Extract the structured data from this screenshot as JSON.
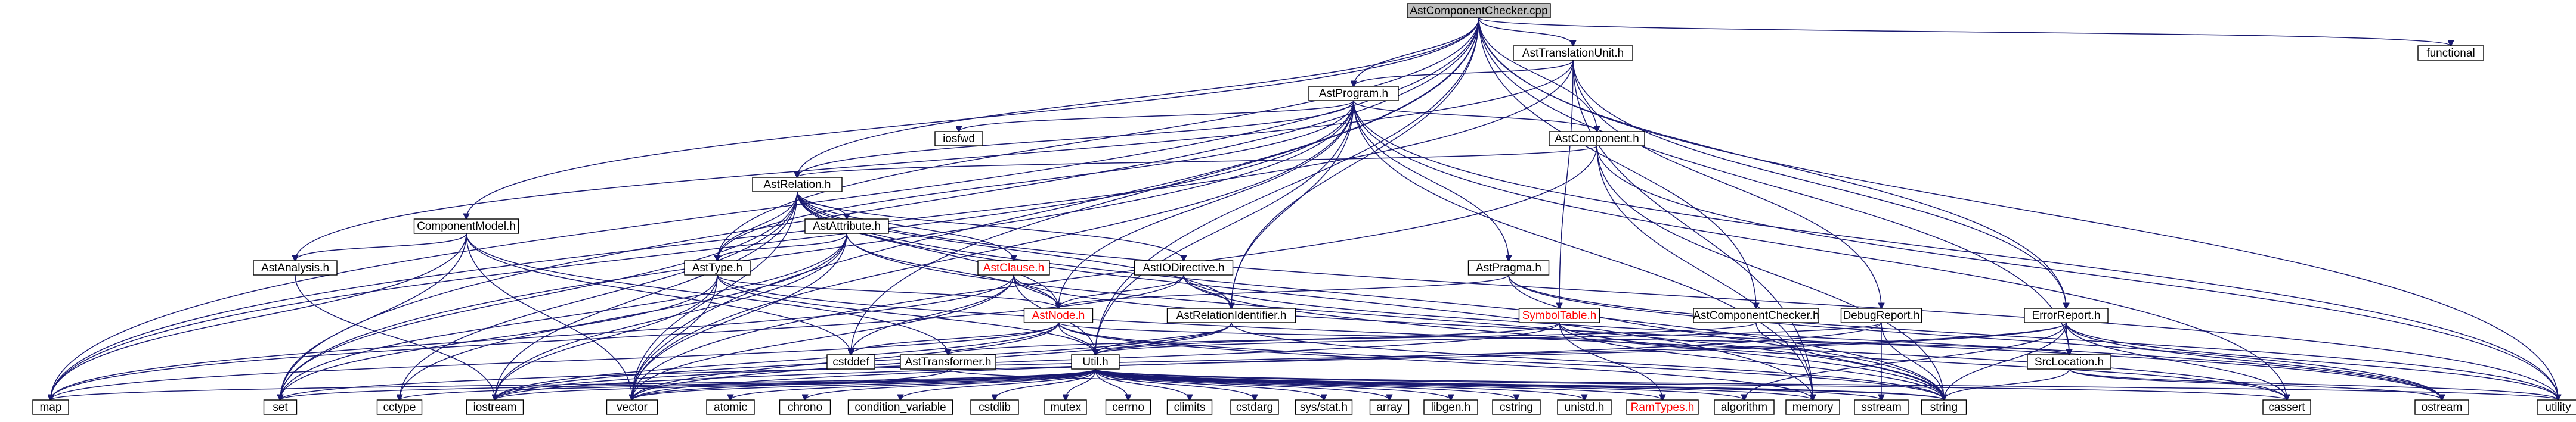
{
  "colors": {
    "edge": "#191970",
    "root_fill": "#bfbfbf",
    "node_fill": "#ffffff",
    "system_stroke": "#bfbfbf",
    "local_stroke": "#000000",
    "red_stroke": "#ff0000",
    "red_text": "#ff0000"
  },
  "nodes": [
    {
      "id": "AstComponentChecker_cpp",
      "label": "AstComponentChecker.cpp",
      "kind": "root"
    },
    {
      "id": "AstTranslationUnit_h",
      "label": "AstTranslationUnit.h",
      "kind": "local"
    },
    {
      "id": "functional",
      "label": "functional",
      "kind": "system"
    },
    {
      "id": "AstProgram_h",
      "label": "AstProgram.h",
      "kind": "local"
    },
    {
      "id": "iosfwd",
      "label": "iosfwd",
      "kind": "system"
    },
    {
      "id": "AstComponent_h",
      "label": "AstComponent.h",
      "kind": "local"
    },
    {
      "id": "AstRelation_h",
      "label": "AstRelation.h",
      "kind": "local"
    },
    {
      "id": "ComponentModel_h",
      "label": "ComponentModel.h",
      "kind": "local"
    },
    {
      "id": "AstAttribute_h",
      "label": "AstAttribute.h",
      "kind": "local"
    },
    {
      "id": "AstAnalysis_h",
      "label": "AstAnalysis.h",
      "kind": "local"
    },
    {
      "id": "AstType_h",
      "label": "AstType.h",
      "kind": "local"
    },
    {
      "id": "AstClause_h",
      "label": "AstClause.h",
      "kind": "red"
    },
    {
      "id": "AstIODirective_h",
      "label": "AstIODirective.h",
      "kind": "local"
    },
    {
      "id": "AstPragma_h",
      "label": "AstPragma.h",
      "kind": "local"
    },
    {
      "id": "AstNode_h",
      "label": "AstNode.h",
      "kind": "red"
    },
    {
      "id": "AstRelationIdentifier_h",
      "label": "AstRelationIdentifier.h",
      "kind": "local"
    },
    {
      "id": "SymbolTable_h",
      "label": "SymbolTable.h",
      "kind": "red"
    },
    {
      "id": "AstComponentChecker_h",
      "label": "AstComponentChecker.h",
      "kind": "local"
    },
    {
      "id": "DebugReport_h",
      "label": "DebugReport.h",
      "kind": "local"
    },
    {
      "id": "ErrorReport_h",
      "label": "ErrorReport.h",
      "kind": "local"
    },
    {
      "id": "AstTransformer_h",
      "label": "AstTransformer.h",
      "kind": "local"
    },
    {
      "id": "Util_h",
      "label": "Util.h",
      "kind": "local"
    },
    {
      "id": "SrcLocation_h",
      "label": "SrcLocation.h",
      "kind": "local"
    },
    {
      "id": "cstddef",
      "label": "cstddef",
      "kind": "system"
    },
    {
      "id": "map",
      "label": "map",
      "kind": "system"
    },
    {
      "id": "set",
      "label": "set",
      "kind": "system"
    },
    {
      "id": "cctype",
      "label": "cctype",
      "kind": "system"
    },
    {
      "id": "iostream",
      "label": "iostream",
      "kind": "system"
    },
    {
      "id": "vector",
      "label": "vector",
      "kind": "system"
    },
    {
      "id": "atomic",
      "label": "atomic",
      "kind": "system"
    },
    {
      "id": "chrono",
      "label": "chrono",
      "kind": "system"
    },
    {
      "id": "condition_variable",
      "label": "condition_variable",
      "kind": "system"
    },
    {
      "id": "cstdlib",
      "label": "cstdlib",
      "kind": "system"
    },
    {
      "id": "mutex",
      "label": "mutex",
      "kind": "system"
    },
    {
      "id": "cerrno",
      "label": "cerrno",
      "kind": "system"
    },
    {
      "id": "climits",
      "label": "climits",
      "kind": "system"
    },
    {
      "id": "cstdarg",
      "label": "cstdarg",
      "kind": "system"
    },
    {
      "id": "sys_stat_h",
      "label": "sys/stat.h",
      "kind": "system"
    },
    {
      "id": "array",
      "label": "array",
      "kind": "system"
    },
    {
      "id": "libgen_h",
      "label": "libgen.h",
      "kind": "system"
    },
    {
      "id": "cstring",
      "label": "cstring",
      "kind": "system"
    },
    {
      "id": "unistd_h",
      "label": "unistd.h",
      "kind": "system"
    },
    {
      "id": "RamTypes_h",
      "label": "RamTypes.h",
      "kind": "red"
    },
    {
      "id": "algorithm",
      "label": "algorithm",
      "kind": "system"
    },
    {
      "id": "memory",
      "label": "memory",
      "kind": "system"
    },
    {
      "id": "sstream",
      "label": "sstream",
      "kind": "system"
    },
    {
      "id": "string",
      "label": "string",
      "kind": "system"
    },
    {
      "id": "cassert",
      "label": "cassert",
      "kind": "system"
    },
    {
      "id": "ostream",
      "label": "ostream",
      "kind": "system"
    },
    {
      "id": "utility",
      "label": "utility",
      "kind": "system"
    }
  ],
  "edges": [
    [
      "AstComponentChecker_cpp",
      "AstTranslationUnit_h"
    ],
    [
      "AstComponentChecker_cpp",
      "functional"
    ],
    [
      "AstComponentChecker_cpp",
      "AstProgram_h"
    ],
    [
      "AstComponentChecker_cpp",
      "AstComponent_h"
    ],
    [
      "AstComponentChecker_cpp",
      "AstRelation_h"
    ],
    [
      "AstComponentChecker_cpp",
      "ComponentModel_h"
    ],
    [
      "AstComponentChecker_cpp",
      "AstType_h"
    ],
    [
      "AstComponentChecker_cpp",
      "AstRelationIdentifier_h"
    ],
    [
      "AstComponentChecker_cpp",
      "AstComponentChecker_h"
    ],
    [
      "AstComponentChecker_cpp",
      "ErrorReport_h"
    ],
    [
      "AstComponentChecker_cpp",
      "SrcLocation_h"
    ],
    [
      "AstComponentChecker_cpp",
      "Util_h"
    ],
    [
      "AstComponentChecker_cpp",
      "map"
    ],
    [
      "AstComponentChecker_cpp",
      "set"
    ],
    [
      "AstComponentChecker_cpp",
      "vector"
    ],
    [
      "AstComponentChecker_cpp",
      "cstddef"
    ],
    [
      "AstComponentChecker_cpp",
      "utility"
    ],
    [
      "AstTranslationUnit_h",
      "AstProgram_h"
    ],
    [
      "AstTranslationUnit_h",
      "AstAnalysis_h"
    ],
    [
      "AstTranslationUnit_h",
      "SymbolTable_h"
    ],
    [
      "AstTranslationUnit_h",
      "DebugReport_h"
    ],
    [
      "AstTranslationUnit_h",
      "ErrorReport_h"
    ],
    [
      "AstTranslationUnit_h",
      "map"
    ],
    [
      "AstTranslationUnit_h",
      "memory"
    ],
    [
      "AstProgram_h",
      "iosfwd"
    ],
    [
      "AstProgram_h",
      "AstComponent_h"
    ],
    [
      "AstProgram_h",
      "AstRelation_h"
    ],
    [
      "AstProgram_h",
      "AstType_h"
    ],
    [
      "AstProgram_h",
      "AstPragma_h"
    ],
    [
      "AstProgram_h",
      "AstNode_h"
    ],
    [
      "AstProgram_h",
      "AstRelationIdentifier_h"
    ],
    [
      "AstProgram_h",
      "Util_h"
    ],
    [
      "AstProgram_h",
      "map"
    ],
    [
      "AstProgram_h",
      "set"
    ],
    [
      "AstProgram_h",
      "vector"
    ],
    [
      "AstProgram_h",
      "memory"
    ],
    [
      "AstProgram_h",
      "cassert"
    ],
    [
      "AstProgram_h",
      "utility"
    ],
    [
      "AstComponent_h",
      "AstRelation_h"
    ],
    [
      "AstComponent_h",
      "vector"
    ],
    [
      "AstComponent_h",
      "memory"
    ],
    [
      "AstComponent_h",
      "string"
    ],
    [
      "AstComponent_h",
      "utility"
    ],
    [
      "AstRelation_h",
      "AstAttribute_h"
    ],
    [
      "AstRelation_h",
      "AstClause_h"
    ],
    [
      "AstRelation_h",
      "AstIODirective_h"
    ],
    [
      "AstRelation_h",
      "AstNode_h"
    ],
    [
      "AstRelation_h",
      "AstType_h"
    ],
    [
      "AstRelation_h",
      "AstRelationIdentifier_h"
    ],
    [
      "AstRelation_h",
      "set"
    ],
    [
      "AstRelation_h",
      "vector"
    ],
    [
      "AstRelation_h",
      "cctype"
    ],
    [
      "AstRelation_h",
      "iostream"
    ],
    [
      "AstRelation_h",
      "memory"
    ],
    [
      "AstRelation_h",
      "string"
    ],
    [
      "AstRelation_h",
      "utility"
    ],
    [
      "ComponentModel_h",
      "AstAnalysis_h"
    ],
    [
      "ComponentModel_h",
      "AstTransformer_h"
    ],
    [
      "ComponentModel_h",
      "map"
    ],
    [
      "ComponentModel_h",
      "set"
    ],
    [
      "ComponentModel_h",
      "vector"
    ],
    [
      "ComponentModel_h",
      "cstddef"
    ],
    [
      "AstAttribute_h",
      "AstType_h"
    ],
    [
      "AstAttribute_h",
      "AstNode_h"
    ],
    [
      "AstAttribute_h",
      "iostream"
    ],
    [
      "AstAttribute_h",
      "vector"
    ],
    [
      "AstAttribute_h",
      "cctype"
    ],
    [
      "AstAttribute_h",
      "string"
    ],
    [
      "AstAttribute_h",
      "set"
    ],
    [
      "AstAnalysis_h",
      "iostream"
    ],
    [
      "AstType_h",
      "AstNode_h"
    ],
    [
      "AstType_h",
      "Util_h"
    ],
    [
      "AstType_h",
      "set"
    ],
    [
      "AstType_h",
      "vector"
    ],
    [
      "AstType_h",
      "iostream"
    ],
    [
      "AstType_h",
      "cassert"
    ],
    [
      "AstClause_h",
      "AstNode_h"
    ],
    [
      "AstClause_h",
      "Util_h"
    ],
    [
      "AstClause_h",
      "map"
    ],
    [
      "AstClause_h",
      "vector"
    ],
    [
      "AstClause_h",
      "cstddef"
    ],
    [
      "AstClause_h",
      "ostream"
    ],
    [
      "AstIODirective_h",
      "AstNode_h"
    ],
    [
      "AstIODirective_h",
      "AstRelationIdentifier_h"
    ],
    [
      "AstIODirective_h",
      "map"
    ],
    [
      "AstIODirective_h",
      "ostream"
    ],
    [
      "AstIODirective_h",
      "string"
    ],
    [
      "AstPragma_h",
      "AstNode_h"
    ],
    [
      "AstPragma_h",
      "string"
    ],
    [
      "AstPragma_h",
      "ostream"
    ],
    [
      "AstPragma_h",
      "utility"
    ],
    [
      "AstNode_h",
      "Util_h"
    ],
    [
      "AstNode_h",
      "SrcLocation_h"
    ],
    [
      "AstNode_h",
      "iostream"
    ],
    [
      "AstNode_h",
      "memory"
    ],
    [
      "AstNode_h",
      "string"
    ],
    [
      "AstNode_h",
      "vector"
    ],
    [
      "AstNode_h",
      "cstddef"
    ],
    [
      "AstNode_h",
      "map"
    ],
    [
      "AstRelationIdentifier_h",
      "Util_h"
    ],
    [
      "AstRelationIdentifier_h",
      "iostream"
    ],
    [
      "AstRelationIdentifier_h",
      "string"
    ],
    [
      "AstRelationIdentifier_h",
      "vector"
    ],
    [
      "SymbolTable_h",
      "Util_h"
    ],
    [
      "SymbolTable_h",
      "iostream"
    ],
    [
      "SymbolTable_h",
      "string"
    ],
    [
      "SymbolTable_h",
      "cassert"
    ],
    [
      "SymbolTable_h",
      "RamTypes_h"
    ],
    [
      "AstComponentChecker_h",
      "AstTransformer_h"
    ],
    [
      "AstComponentChecker_h",
      "string"
    ],
    [
      "DebugReport_h",
      "Util_h"
    ],
    [
      "DebugReport_h",
      "sstream"
    ],
    [
      "DebugReport_h",
      "string"
    ],
    [
      "DebugReport_h",
      "vector"
    ],
    [
      "ErrorReport_h",
      "SrcLocation_h"
    ],
    [
      "ErrorReport_h",
      "algorithm"
    ],
    [
      "ErrorReport_h",
      "cassert"
    ],
    [
      "ErrorReport_h",
      "iostream"
    ],
    [
      "ErrorReport_h",
      "ostream"
    ],
    [
      "ErrorReport_h",
      "string"
    ],
    [
      "ErrorReport_h",
      "utility"
    ],
    [
      "ErrorReport_h",
      "set"
    ],
    [
      "AstTransformer_h",
      "string"
    ],
    [
      "AstTransformer_h",
      "vector"
    ],
    [
      "Util_h",
      "map"
    ],
    [
      "Util_h",
      "set"
    ],
    [
      "Util_h",
      "cctype"
    ],
    [
      "Util_h",
      "iostream"
    ],
    [
      "Util_h",
      "vector"
    ],
    [
      "Util_h",
      "atomic"
    ],
    [
      "Util_h",
      "chrono"
    ],
    [
      "Util_h",
      "condition_variable"
    ],
    [
      "Util_h",
      "cstdlib"
    ],
    [
      "Util_h",
      "mutex"
    ],
    [
      "Util_h",
      "cerrno"
    ],
    [
      "Util_h",
      "climits"
    ],
    [
      "Util_h",
      "cstdarg"
    ],
    [
      "Util_h",
      "sys_stat_h"
    ],
    [
      "Util_h",
      "array"
    ],
    [
      "Util_h",
      "libgen_h"
    ],
    [
      "Util_h",
      "cstring"
    ],
    [
      "Util_h",
      "unistd_h"
    ],
    [
      "Util_h",
      "RamTypes_h"
    ],
    [
      "Util_h",
      "algorithm"
    ],
    [
      "Util_h",
      "memory"
    ],
    [
      "Util_h",
      "sstream"
    ],
    [
      "Util_h",
      "string"
    ],
    [
      "Util_h",
      "cassert"
    ],
    [
      "Util_h",
      "utility"
    ],
    [
      "SrcLocation_h",
      "ostream"
    ],
    [
      "SrcLocation_h",
      "string"
    ],
    [
      "SrcLocation_h",
      "utility"
    ]
  ]
}
